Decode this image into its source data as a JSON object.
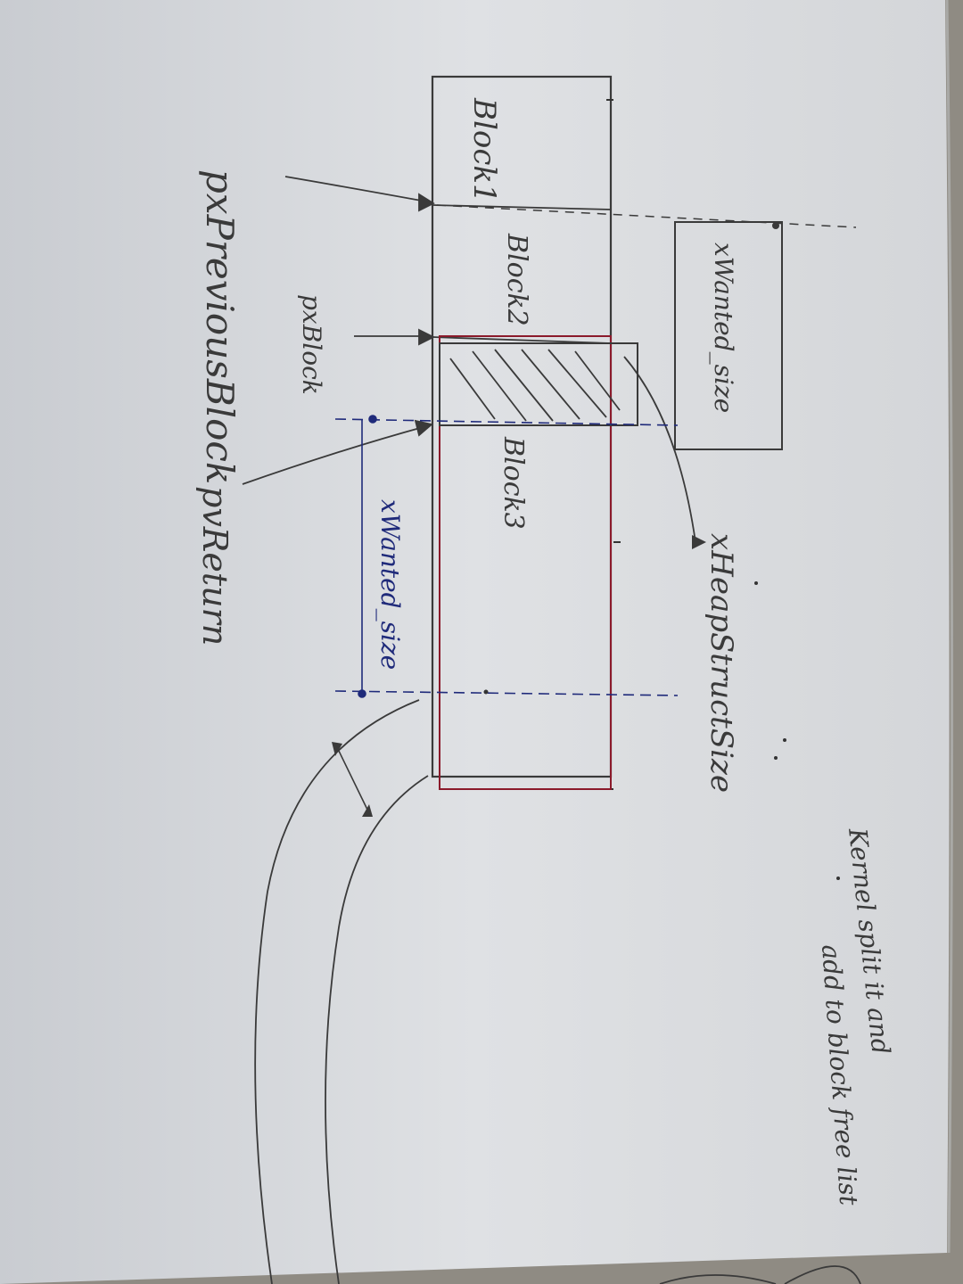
{
  "labels": {
    "block1": "Block1",
    "block2": "Block2",
    "block3": "Block3",
    "px_previous_block": "pxPreviousBlock",
    "px_block": "pxBlock",
    "pv_return": "pvReturn",
    "xwanted_size_box": "xWanted_size",
    "xwanted_size_dim": "xWanted_size",
    "xheap_struct_size": "xHeapStructSize",
    "kernel_split_line1": "Kernel split it and",
    "kernel_split_line2": "add to block free list"
  },
  "colors": {
    "paper": "#dcdee1",
    "pencil": "#3a3a3a",
    "red_outline": "#8b1a2b",
    "blue_ink": "#1f2a7a"
  }
}
